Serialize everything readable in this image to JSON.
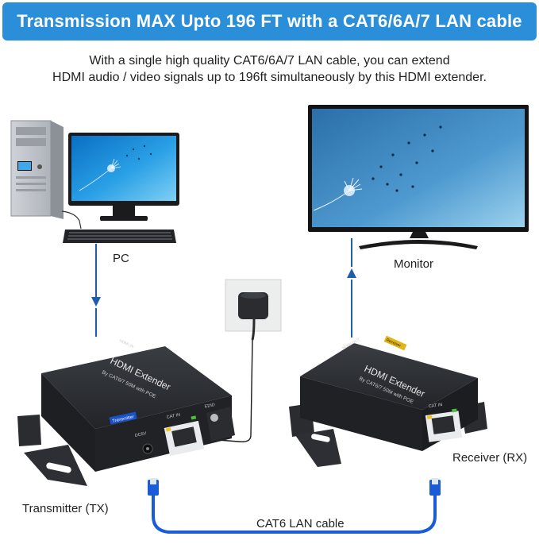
{
  "banner": {
    "title": "Transmission MAX Upto 196 FT with a CAT6/6A/7 LAN cable"
  },
  "description": {
    "line1": "With a single high quality CAT6/6A/7 LAN cable, you can extend",
    "line2": "HDMI audio / video signals up to 196ft simultaneously by this HDMI extender."
  },
  "labels": {
    "pc": "PC",
    "monitor": "Monitor",
    "transmitter": "Transmitter (TX)",
    "receiver": "Receiver (RX)",
    "cable": "CAT6 LAN cable"
  },
  "device_text": {
    "tx_title": "HDMI Extender",
    "tx_sub": "By CAT6/7 50M with POE",
    "tx_port_hdmi": "HDMI IN",
    "tx_port_dc": "DC5V",
    "tx_port_cat": "CAT IN",
    "tx_port_edid": "EDID",
    "tx_badge": "Transmitter",
    "rx_title": "HDMI Extender",
    "rx_sub": "By CAT6/7 50M with POE",
    "rx_port_hdmi": "HDMI OUT",
    "rx_port_cat": "CAT IN",
    "rx_badge": "Receiver"
  },
  "colors": {
    "banner": "#2a8fd8",
    "arrow": "#1f5fa8",
    "cable": "#1a5cd8",
    "device": "#26282b"
  }
}
